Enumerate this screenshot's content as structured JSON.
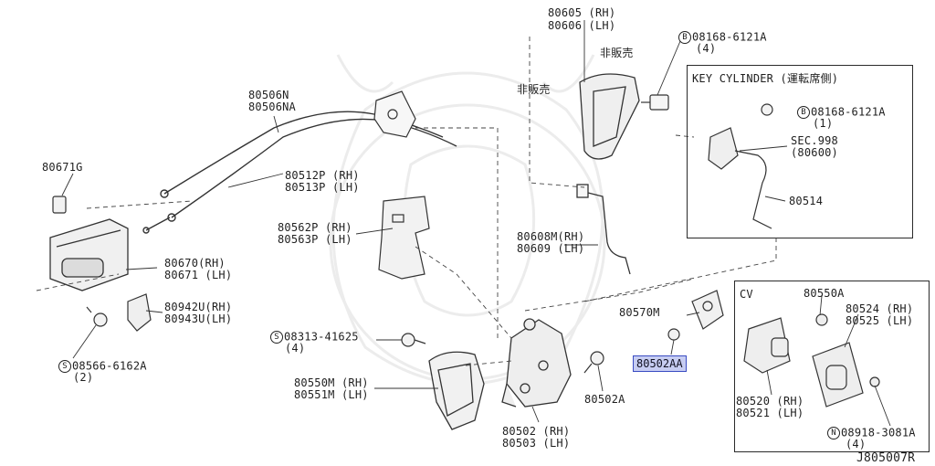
{
  "diagram": {
    "ref_code": "J805007R",
    "key_cylinder_title": "KEY CYLINDER (運転席側)",
    "cv_title": "CV",
    "not_sold_labels": [
      "非販売",
      "非販売"
    ],
    "parts": {
      "p80605": "80605 (RH)",
      "p80606": "80606 (LH)",
      "p08168a": "08168-6121A",
      "p08168a_qty": "(4)",
      "p08168b": "08168-6121A",
      "p08168b_qty": "(1)",
      "sec998": "SEC.998",
      "p80600": "(80600)",
      "p80514": "80514",
      "p80506n": "80506N",
      "p80506na": "80506NA",
      "p80671g": "80671G",
      "p80512p": "80512P (RH)",
      "p80513p": "80513P (LH)",
      "p80562p": "80562P (RH)",
      "p80563p": "80563P (LH)",
      "p80608m": "80608M(RH)",
      "p80609": "80609  (LH)",
      "p80670": "80670(RH)",
      "p80671": "80671 (LH)",
      "p80942u": "80942U(RH)",
      "p80943u": "80943U(LH)",
      "p08566": "08566-6162A",
      "p08566_qty": "(2)",
      "p08313": "08313-41625",
      "p08313_qty": "(4)",
      "p80570m": "80570M",
      "p80502aa": "80502AA",
      "p80502a": "80502A",
      "p80550m": "80550M (RH)",
      "p80551m": "80551M (LH)",
      "p80502": "80502 (RH)",
      "p80503": "80503 (LH)",
      "p80550a": "80550A",
      "p80524": "80524 (RH)",
      "p80525": "80525 (LH)",
      "p80520": "80520 (RH)",
      "p80521": "80521 (LH)",
      "p08918": "08918-3081A",
      "p08918_qty": "(4)"
    },
    "symbols": {
      "b": "B",
      "s": "S",
      "n": "N"
    },
    "colors": {
      "highlight_fill": "#c7cdf2",
      "highlight_border": "#3a4cc2"
    }
  }
}
